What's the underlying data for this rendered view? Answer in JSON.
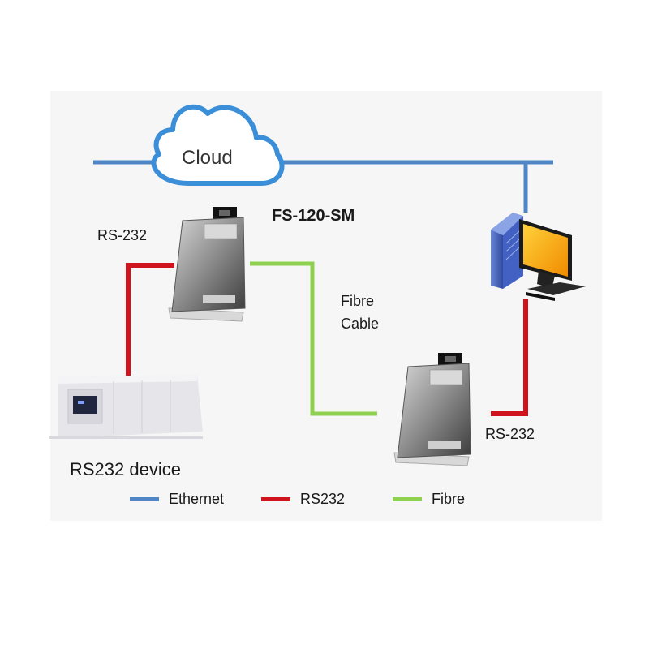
{
  "labels": {
    "cloud": "Cloud",
    "model": "FS-120-SM",
    "rs232_left": "RS-232",
    "rs232_right": "RS-232",
    "fibre_line1": "Fibre",
    "fibre_line2": "Cable",
    "device": "RS232 device"
  },
  "legend": [
    {
      "label": "Ethernet",
      "color": "#4f86c6"
    },
    {
      "label": "RS232",
      "color": "#d0141d"
    },
    {
      "label": "Fibre",
      "color": "#8fd14f"
    }
  ],
  "colors": {
    "ethernet": "#4f86c6",
    "rs232": "#d0141d",
    "fibre": "#8fd14f"
  }
}
